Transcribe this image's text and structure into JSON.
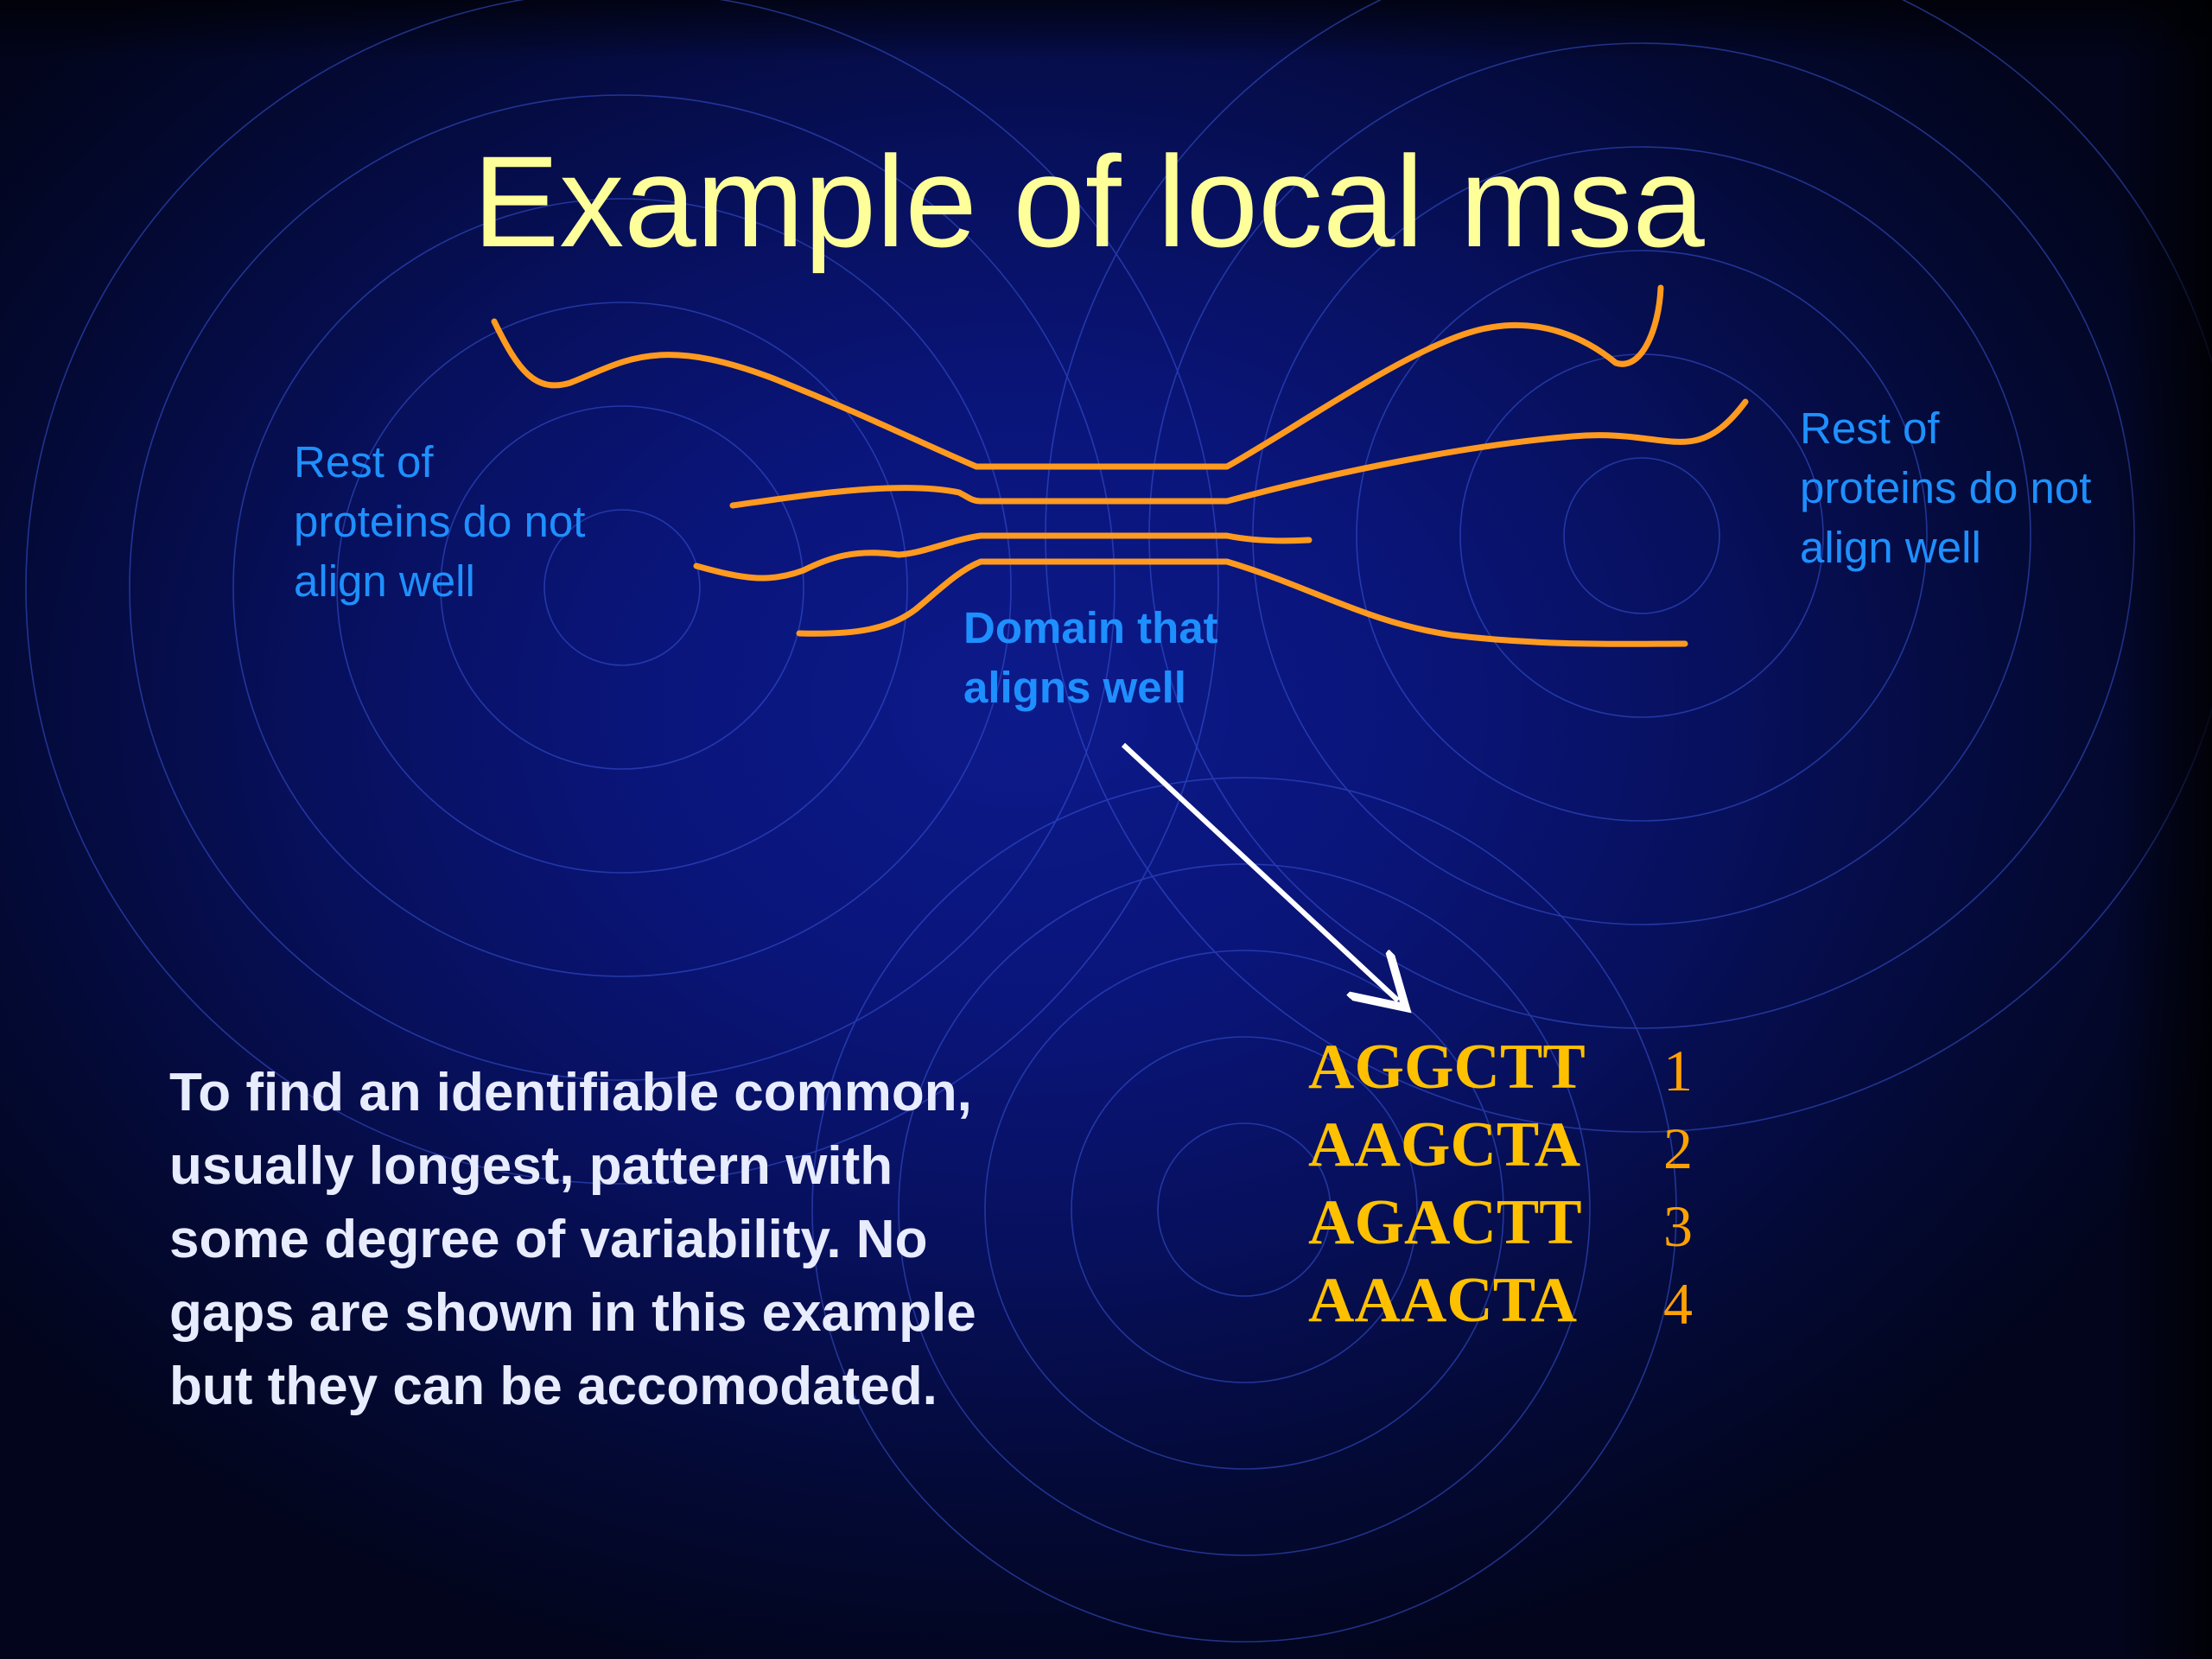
{
  "slide": {
    "title": "Example of local msa",
    "labels": {
      "left_rest": [
        "Rest of",
        "proteins do not",
        "align well"
      ],
      "right_rest": [
        "Rest of",
        "proteins do not",
        "align well"
      ],
      "domain": [
        "Domain that",
        "aligns well"
      ]
    },
    "description": [
      "To find an identifiable common,",
      "usually longest, pattern with",
      "some degree of variability. No",
      "gaps are shown in this example",
      "but they can be accomodated."
    ],
    "alignment": [
      {
        "sequence": "AGGCTT",
        "number": "1"
      },
      {
        "sequence": "AAGCTA",
        "number": "2"
      },
      {
        "sequence": "AGACTT",
        "number": "3"
      },
      {
        "sequence": "AAACTA",
        "number": "4"
      }
    ]
  },
  "colors": {
    "title": "#ffff99",
    "labels": "#1e90ff",
    "protein_lines": "#ff9a1f",
    "sequences": "#ffc000",
    "sequence_numbers": "#ffa100",
    "body_text": "#e8ecff",
    "arrow": "#ffffff"
  }
}
